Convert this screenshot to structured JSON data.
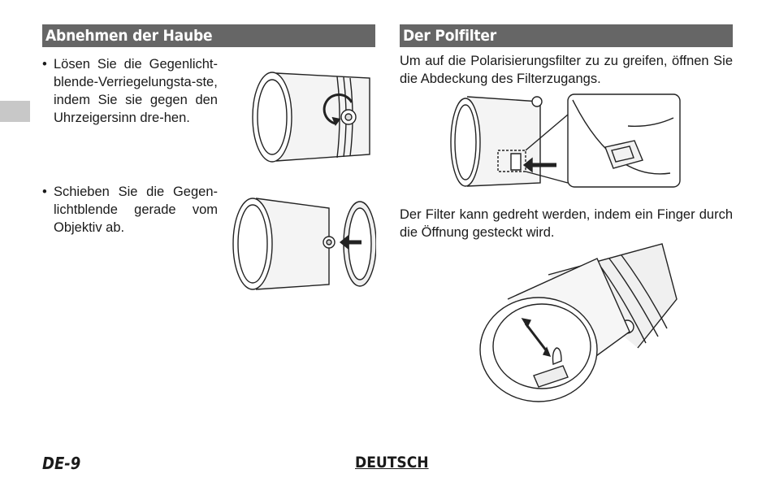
{
  "left_section": {
    "title": "Abnehmen der Haube",
    "bullet_symbol": "•",
    "step1": "Lösen Sie die Gegenlicht-blende-Verriegelungsta-ste, indem Sie sie gegen den Uhrzeigersinn dre-hen.",
    "step2": "Schieben Sie die Gegen-lichtblende gerade vom Objektiv ab."
  },
  "right_section": {
    "title": "Der Polfilter",
    "para1": "Um auf die Polarisierungsfilter zu zu greifen, öffnen Sie die Abdeckung des Filterzugangs.",
    "para2": "Der Filter kann gedreht werden, indem ein Finger durch die Öffnung gesteckt wird."
  },
  "footer": {
    "page_number": "DE-9",
    "language": "DEUTSCH"
  },
  "colors": {
    "header_bg": "#666666",
    "side_tab": "#c8c8c8"
  }
}
